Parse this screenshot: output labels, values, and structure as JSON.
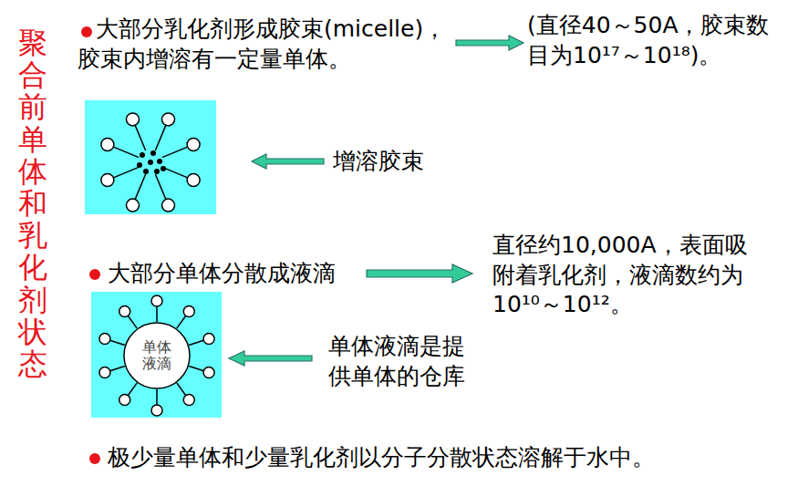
{
  "diagram": {
    "title": "聚合前单体和乳化剂状态",
    "nodes": [
      {
        "text": [
          "单体液滴"
        ]
      }
    ],
    "labels": [
      "大部分乳化剂形成胶束(micelle)，胶束内增溶有一定量单体。",
      "(直径40～50A，胶束数目为10¹⁷～10¹⁸)。",
      "增溶胶束",
      "大部分单体分散成液滴",
      "直径约10,000A，表面吸附着乳化剂，液滴数约为10¹⁰～10¹²。",
      "单体液滴是提供单体的仓库",
      "极少量单体和少量乳化剂以分子分散状态溶解于水中。"
    ]
  }
}
